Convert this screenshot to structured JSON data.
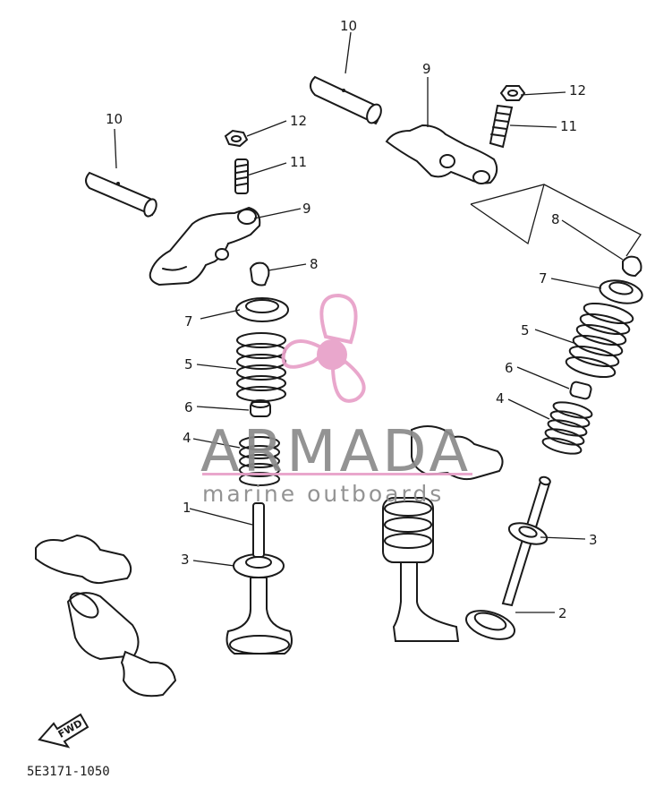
{
  "callouts": {
    "c1": "1",
    "c2": "2",
    "c3a": "3",
    "c3b": "3",
    "c4a": "4",
    "c4b": "4",
    "c5a": "5",
    "c5b": "5",
    "c6a": "6",
    "c6b": "6",
    "c7a": "7",
    "c7b": "7",
    "c8a": "8",
    "c8b": "8",
    "c9a": "9",
    "c9b": "9",
    "c10a": "10",
    "c10b": "10",
    "c11a": "11",
    "c11b": "11",
    "c12a": "12",
    "c12b": "12"
  },
  "watermark": {
    "brand": "ARMADA",
    "tagline": "marine outboards",
    "color_pink": "#e8a0c8",
    "color_gray": "#8a8a8a"
  },
  "fwd_label": "FWD",
  "diagram_code": "5E3171-1050"
}
